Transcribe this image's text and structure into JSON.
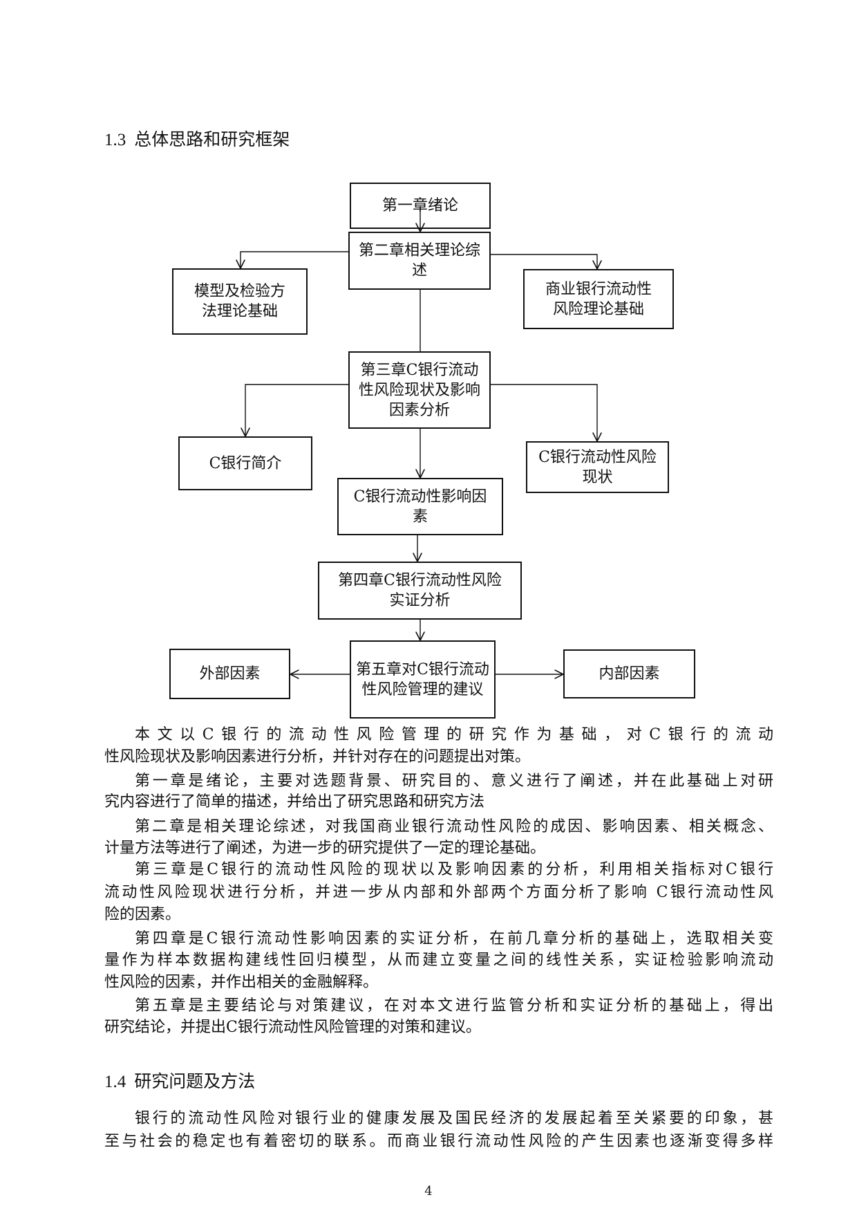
{
  "section_13": {
    "number": "1.3",
    "title": "总体思路和研究框架"
  },
  "diagram": {
    "ch1": "第一章绪论",
    "ch2": "第二章相关理论综述",
    "model": "模型及检验方法理论基础",
    "theory": "商业银行流动性风险理论基础",
    "ch3": "第三章C银行流动性风险现状及影响因素分析",
    "intro": "C银行简介",
    "status": "C银行流动性风险现状",
    "factors": "C银行流动性影响因素",
    "ch4": "第四章C银行流动性风险实证分析",
    "external": "外部因素",
    "ch5": "第五章对C银行流动性风险管理的建议",
    "internal": "内部因素"
  },
  "body_lines": [
    "本文以C银行的流动性风险管理的研究作为基础，对C银行的流动",
    "性风险现状及影响因素进行分析，并针对存在的问题提出对策。",
    "第一章是绪论，主要对选题背景、研究目的、意义进行了阐述，并在此基础上对研",
    "究内容进行了简单的描述，并给出了研究思路和研究方法",
    "第二章是相关理论综述，对我国商业银行流动性风险的成因、影响因素、相关概念、",
    "计量方法等进行了阐述，为进一步的研究提供了一定的理论基础。",
    "第三章是C银行的流动性风险的现状以及影响因素的分析，利用相关指标对C银行",
    "流动性风险现状进行分析，并进一步从内部和外部两个方面分析了影响 C银行流动性风",
    "险的因素。",
    "第四章是C银行流动性影响因素的实证分析，在前几章分析的基础上，选取相关变",
    "量作为样本数据构建线性回归模型，从而建立变量之间的线性关系，实证检验影响流动",
    "性风险的因素，并作出相关的金融解释。",
    "第五章是主要结论与对策建议，在对本文进行监管分析和实证分析的基础上，得出",
    "研究结论，并提出C银行流动性风险管理的对策和建议。"
  ],
  "section_14": {
    "number": "1.4",
    "title": "研究问题及方法"
  },
  "section_14_lines": [
    "银行的流动性风险对银行业的健康发展及国民经济的发展起着至关紧要的印象，甚",
    "至与社会的稳定也有着密切的联系。而商业银行流动性风险的产生因素也逐渐变得多样"
  ],
  "page_number": "4"
}
